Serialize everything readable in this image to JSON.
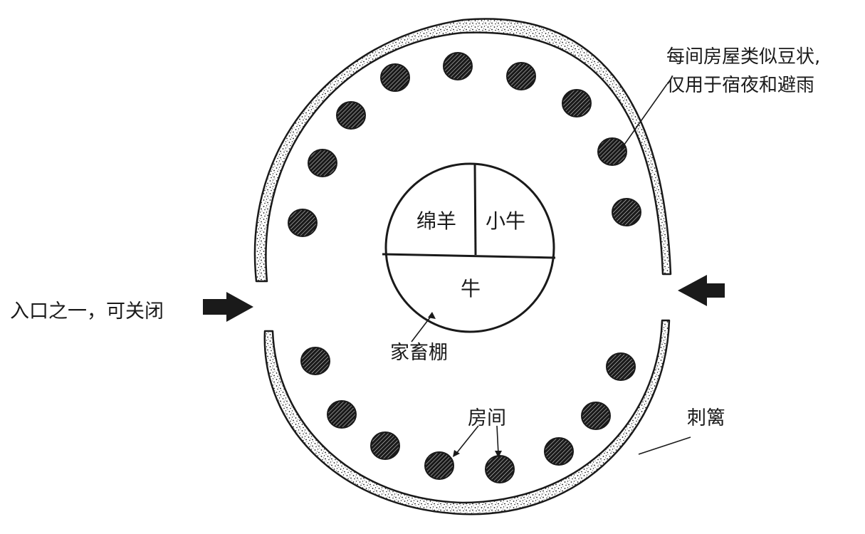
{
  "labels": {
    "sheep": "绵羊",
    "calf": "小牛",
    "cattle": "牛",
    "pen": "家畜棚",
    "houses_note_line1": "每间房屋类似豆状,",
    "houses_note_line2": "仅用于宿夜和避雨",
    "entrance": "入口之一，可关闭",
    "rooms": "房间",
    "thorn_fence": "刺篱"
  },
  "colors": {
    "ink": "#1a1a1a",
    "background": "#ffffff"
  },
  "icons": {
    "entrance_left": "arrow-right-icon",
    "entrance_right": "arrow-left-icon"
  }
}
